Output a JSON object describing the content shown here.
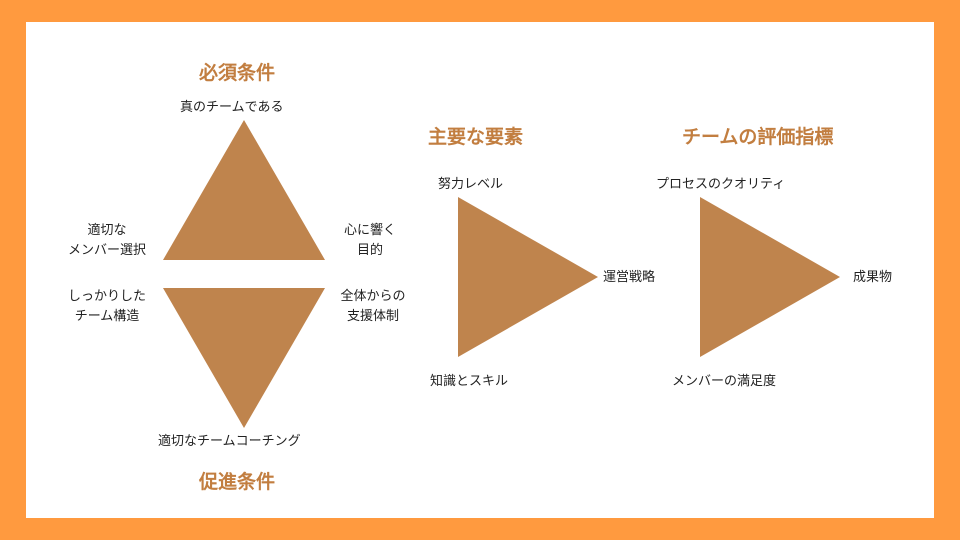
{
  "colors": {
    "background": "#FF9A3F",
    "panel": "#FFFFFF",
    "triangle": "#BF844D",
    "heading": "#C27E40",
    "text": "#222222"
  },
  "left": {
    "top_heading": "必須条件",
    "bottom_heading": "促進条件",
    "apex_top": "真のチームである",
    "upper_left": [
      "適切な",
      "メンバー選択"
    ],
    "upper_right": [
      "心に響く",
      "目的"
    ],
    "lower_left": [
      "しっかりした",
      "チーム構造"
    ],
    "lower_right": [
      "全体からの",
      "支援体制"
    ],
    "apex_bottom": "適切なチームコーチング"
  },
  "middle": {
    "heading": "主要な要素",
    "top_left": "努力レベル",
    "bottom_left": "知識とスキル",
    "right": "運営戦略"
  },
  "right": {
    "heading": "チームの評価指標",
    "top_left": "プロセスのクオリティ",
    "bottom_left": "メンバーの満足度",
    "right": "成果物"
  }
}
